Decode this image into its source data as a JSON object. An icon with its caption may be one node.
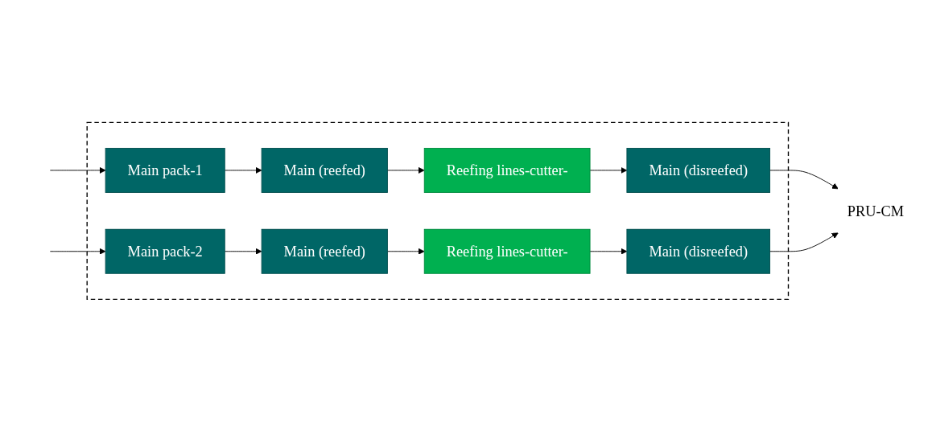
{
  "diagram": {
    "nodes": [
      {
        "text": [],
        "shape": "box"
      },
      {
        "text": [
          "Main pack-1"
        ],
        "in": 0
      },
      {
        "text": [
          "Main (reefed)"
        ],
        "in": 0
      },
      {
        "text": [
          "Reefing lines-cutter-"
        ],
        "in": 0
      },
      {
        "text": [
          "Main (disreefed)"
        ],
        "in": 0
      },
      {
        "text": [
          "Main pack-2"
        ],
        "in": 0
      },
      {
        "text": [
          "Main (reefed)"
        ],
        "in": 0
      },
      {
        "text": [
          "Reefing lines-cutter-"
        ],
        "in": 0
      },
      {
        "text": [
          "Main (disreefed)"
        ],
        "in": 0
      },
      {
        "text": [
          "PRU-CM"
        ]
      }
    ],
    "edges": [
      {
        "from": null,
        "to": 1,
        "arrow": "to"
      },
      {
        "from": null,
        "to": 5,
        "arrow": "to"
      },
      {
        "from": 1,
        "to": 2,
        "arrow": "to"
      },
      {
        "from": 2,
        "to": 3,
        "arrow": "to"
      },
      {
        "from": 3,
        "to": 4,
        "arrow": "to"
      },
      {
        "from": 5,
        "to": 6,
        "arrow": "to"
      },
      {
        "from": 6,
        "to": 7,
        "arrow": "to"
      },
      {
        "from": 7,
        "to": 8,
        "arrow": "to"
      },
      {
        "from": 4,
        "to": 9,
        "arrow": "to"
      },
      {
        "from": 8,
        "to": 9,
        "arrow": "to"
      }
    ]
  }
}
